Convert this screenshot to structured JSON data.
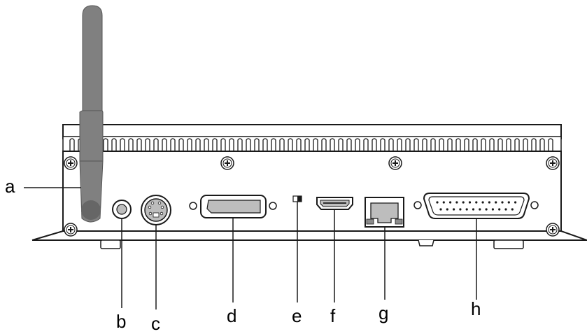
{
  "labels": {
    "a": "a",
    "b": "b",
    "c": "c",
    "d": "d",
    "e": "e",
    "f": "f",
    "g": "g",
    "h": "h"
  },
  "colors": {
    "device_body": "#ffffff",
    "line": "#1a1a1a",
    "antenna": "#808080",
    "antenna_dark": "#666666",
    "port_fill": "#bdbdbd",
    "port_dark": "#8c8c8c"
  }
}
